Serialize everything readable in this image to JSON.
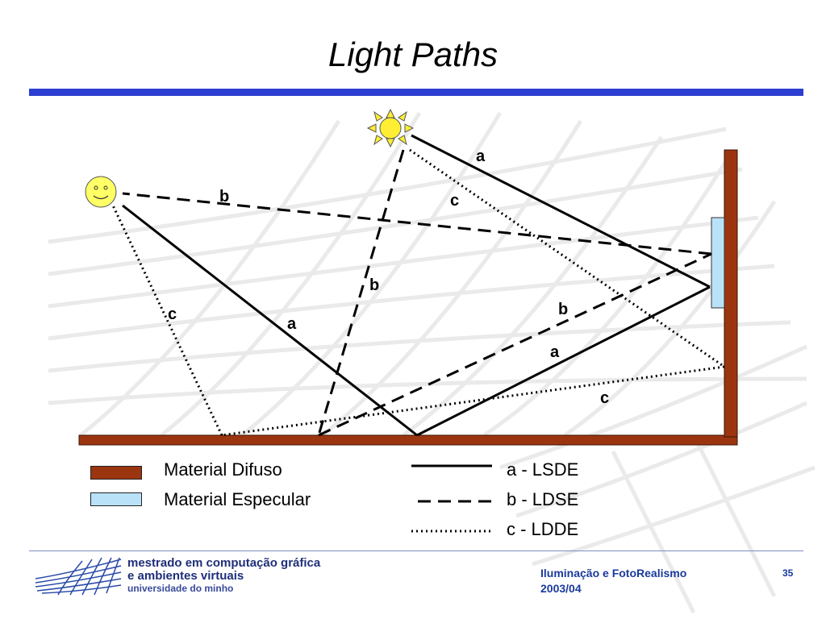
{
  "slide": {
    "title": "Light Paths",
    "page_number": "35"
  },
  "diagram": {
    "path_labels": {
      "a_upper": "a",
      "b_left": "b",
      "c_upper": "c",
      "b_center": "b",
      "c_left": "c",
      "a_left": "a",
      "b_right": "b",
      "a_right": "a",
      "c_lower": "c"
    }
  },
  "legend": {
    "diffuse": "Material Difuso",
    "specular": "Material Especular",
    "lsde": "a - LSDE",
    "ldse": "b - LDSE",
    "ldde": "c - LDDE"
  },
  "footer": {
    "logo_line1": "mestrado em computação gráfica",
    "logo_line2": "e ambientes virtuais",
    "logo_line3": "universidade do minho",
    "course": "Iluminação e FotoRealismo",
    "year": "2003/04"
  },
  "colors": {
    "title_rule": "#2c3fd1",
    "diffuse": "#9b3510",
    "specular": "#b9e2f8",
    "sun": "#ffee33",
    "eye": "#ffff66",
    "footer_text": "#1a3a9c"
  }
}
